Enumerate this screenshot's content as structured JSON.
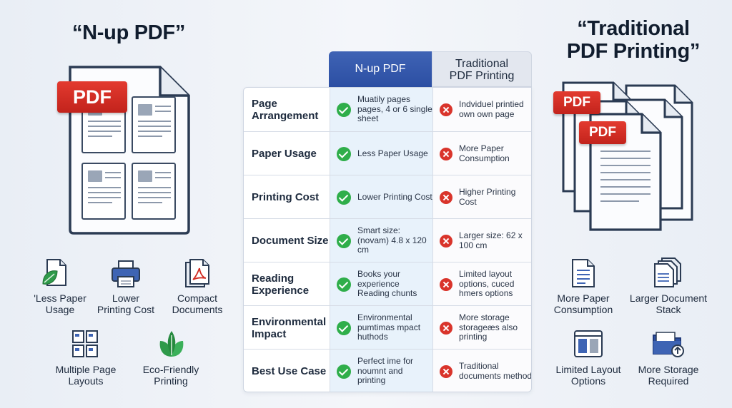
{
  "left_title": "“N-up PDF”",
  "right_title_line1": "“Traditional",
  "right_title_line2": "PDF Printing”",
  "pdf_badge": "PDF",
  "table": {
    "header_nup": "N-up PDF",
    "header_trad_line1": "Traditional",
    "header_trad_line2": "PDF Printing",
    "rows": [
      {
        "label": "Page Arrangement",
        "nup": "Muatily pages pages, 4 or 6 single sheet",
        "trad": "Indviduel printied own own page"
      },
      {
        "label": "Paper Usage",
        "nup": "Less Paper Usage",
        "trad": "More Paper Consumption"
      },
      {
        "label": "Printing Cost",
        "nup": "Lower Printing Cost",
        "trad": "Higher Printing Cost"
      },
      {
        "label": "Document Size",
        "nup": "Smart size: (novam) 4.8 x 120 cm",
        "trad": "Larger size: 62 x 100 cm"
      },
      {
        "label": "Reading Experience",
        "nup": "Books your experience Reading chunts",
        "trad": "Limited layout options, cuced hmers options"
      },
      {
        "label": "Environmental Impact",
        "nup": "Environmental pumtimas mpact huthods",
        "trad": "More storage storageæs also printing"
      },
      {
        "label": "Best Use Case",
        "nup": "Perfect ime for noumnt and printing",
        "trad": "Traditional documents method"
      }
    ]
  },
  "left_features": [
    {
      "line1": "'Less Paper",
      "line2": "Usage",
      "icon": "leaf-document-icon"
    },
    {
      "line1": "Lower",
      "line2": "Printing Cost",
      "icon": "printer-icon"
    },
    {
      "line1": "Compact",
      "line2": "Documents",
      "icon": "compact-pdf-icon"
    },
    {
      "line1": "Multiple Page",
      "line2": "Layouts",
      "icon": "grid-pages-icon"
    },
    {
      "line1": "Eco-Friendly",
      "line2": "Printing",
      "icon": "eco-leaf-icon"
    }
  ],
  "right_features": [
    {
      "line1": "More Paper",
      "line2": "Consumption",
      "icon": "document-lines-icon"
    },
    {
      "line1": "Larger Document",
      "line2": "Stack",
      "icon": "document-stack-icon"
    },
    {
      "line1": "Limited Layout",
      "line2": "Options",
      "icon": "layout-window-icon"
    },
    {
      "line1": "More Storage",
      "line2": "Required",
      "icon": "storage-folder-icon"
    }
  ],
  "colors": {
    "accent_blue": "#2c4fa3",
    "check_green": "#2fae4a",
    "cross_red": "#d9342b",
    "pdf_red": "#d22b22"
  }
}
